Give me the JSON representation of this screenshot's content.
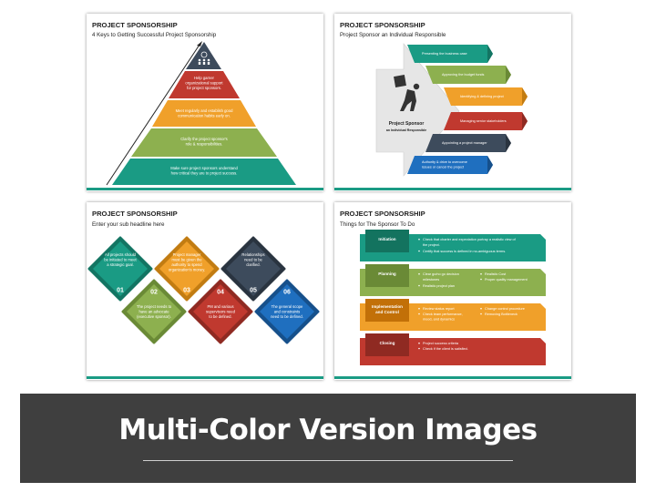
{
  "colors": {
    "teal": "#1a9b84",
    "green": "#8db04f",
    "orange": "#f0a02a",
    "red": "#c0392f",
    "navy": "#3d4b5c",
    "blue": "#1f6fbf",
    "banner": "#3f3f3f"
  },
  "slides": [
    {
      "title": "PROJECT SPONSORSHIP",
      "subtitle": "4 Keys to Getting Successful Project Sponsorship",
      "levels": [
        {
          "lines": [
            "Help garner",
            "organizational support",
            "for project sponsors."
          ]
        },
        {
          "lines": [
            "Meet regularly and establish good",
            "communication habits early on."
          ]
        },
        {
          "lines": [
            "Clarify the project sponsor's",
            "role & responsibilities."
          ]
        },
        {
          "lines": [
            "Make sure project sponsors understand",
            "how critical they are to project success."
          ]
        }
      ],
      "top_icon": "people-network-icon"
    },
    {
      "title": "PROJECT SPONSORSHIP",
      "subtitle": "Project Sponsor an Individual Responsible",
      "center_title": "Project Sponsor",
      "center_sub": "an Individual Responsible",
      "center_icon": "person-carrying-box-icon",
      "items": [
        [
          "Presenting the business case"
        ],
        [
          "Approving the budget funds"
        ],
        [
          "Identifying & defining project"
        ],
        [
          "Managing senior stakeholders"
        ],
        [
          "Appointing a project manager"
        ],
        [
          "Authority & drive to overcome",
          "issues or cancel the project"
        ]
      ]
    },
    {
      "title": "PROJECT SPONSORSHIP",
      "subtitle": "Enter your sub headline here",
      "items": [
        {
          "num": "01",
          "lines": [
            "All projects should",
            "be initiated to meet",
            "a strategic goal."
          ]
        },
        {
          "num": "02",
          "lines": [
            "The project needs to",
            "have an advocate",
            "(executive sponsor)."
          ]
        },
        {
          "num": "03",
          "lines": [
            "Project manager",
            "must be given the",
            "authority to spend",
            "organization's money."
          ]
        },
        {
          "num": "04",
          "lines": [
            "PM and various",
            "supervisors need",
            "to be defined."
          ]
        },
        {
          "num": "05",
          "lines": [
            "Relationships",
            "need to be",
            "clarified."
          ]
        },
        {
          "num": "06",
          "lines": [
            "The general scope",
            "and constraints",
            "need to be defined."
          ]
        }
      ]
    },
    {
      "title": "PROJECT SPONSORSHIP",
      "subtitle": "Things for The Sponsor To Do",
      "rows": [
        {
          "label": [
            "Initiation"
          ],
          "col1": [
            "Check that charter and expectation portray a realistic view of",
            "the project.",
            "Certify that success is defined in no-ambiguous terms."
          ],
          "col2": []
        },
        {
          "label": [
            "Planning"
          ],
          "col1": [
            "Clear go/no go decision",
            "milestones",
            "Realistic project plan"
          ],
          "col2": [
            "Realistic Cost",
            "Proper quality management"
          ]
        },
        {
          "label": [
            "Implementation",
            "and Control"
          ],
          "col1": [
            "Review status report",
            "Check team performance,",
            "mood, and dynamics"
          ],
          "col2": [
            "Change control procedure",
            "Removing Bottleneck"
          ]
        },
        {
          "label": [
            "Closing"
          ],
          "col1": [
            "Project success criteria",
            "Check if the client is satisfied."
          ],
          "col2": []
        }
      ]
    }
  ],
  "banner": {
    "text": "Multi-Color Version Images"
  }
}
